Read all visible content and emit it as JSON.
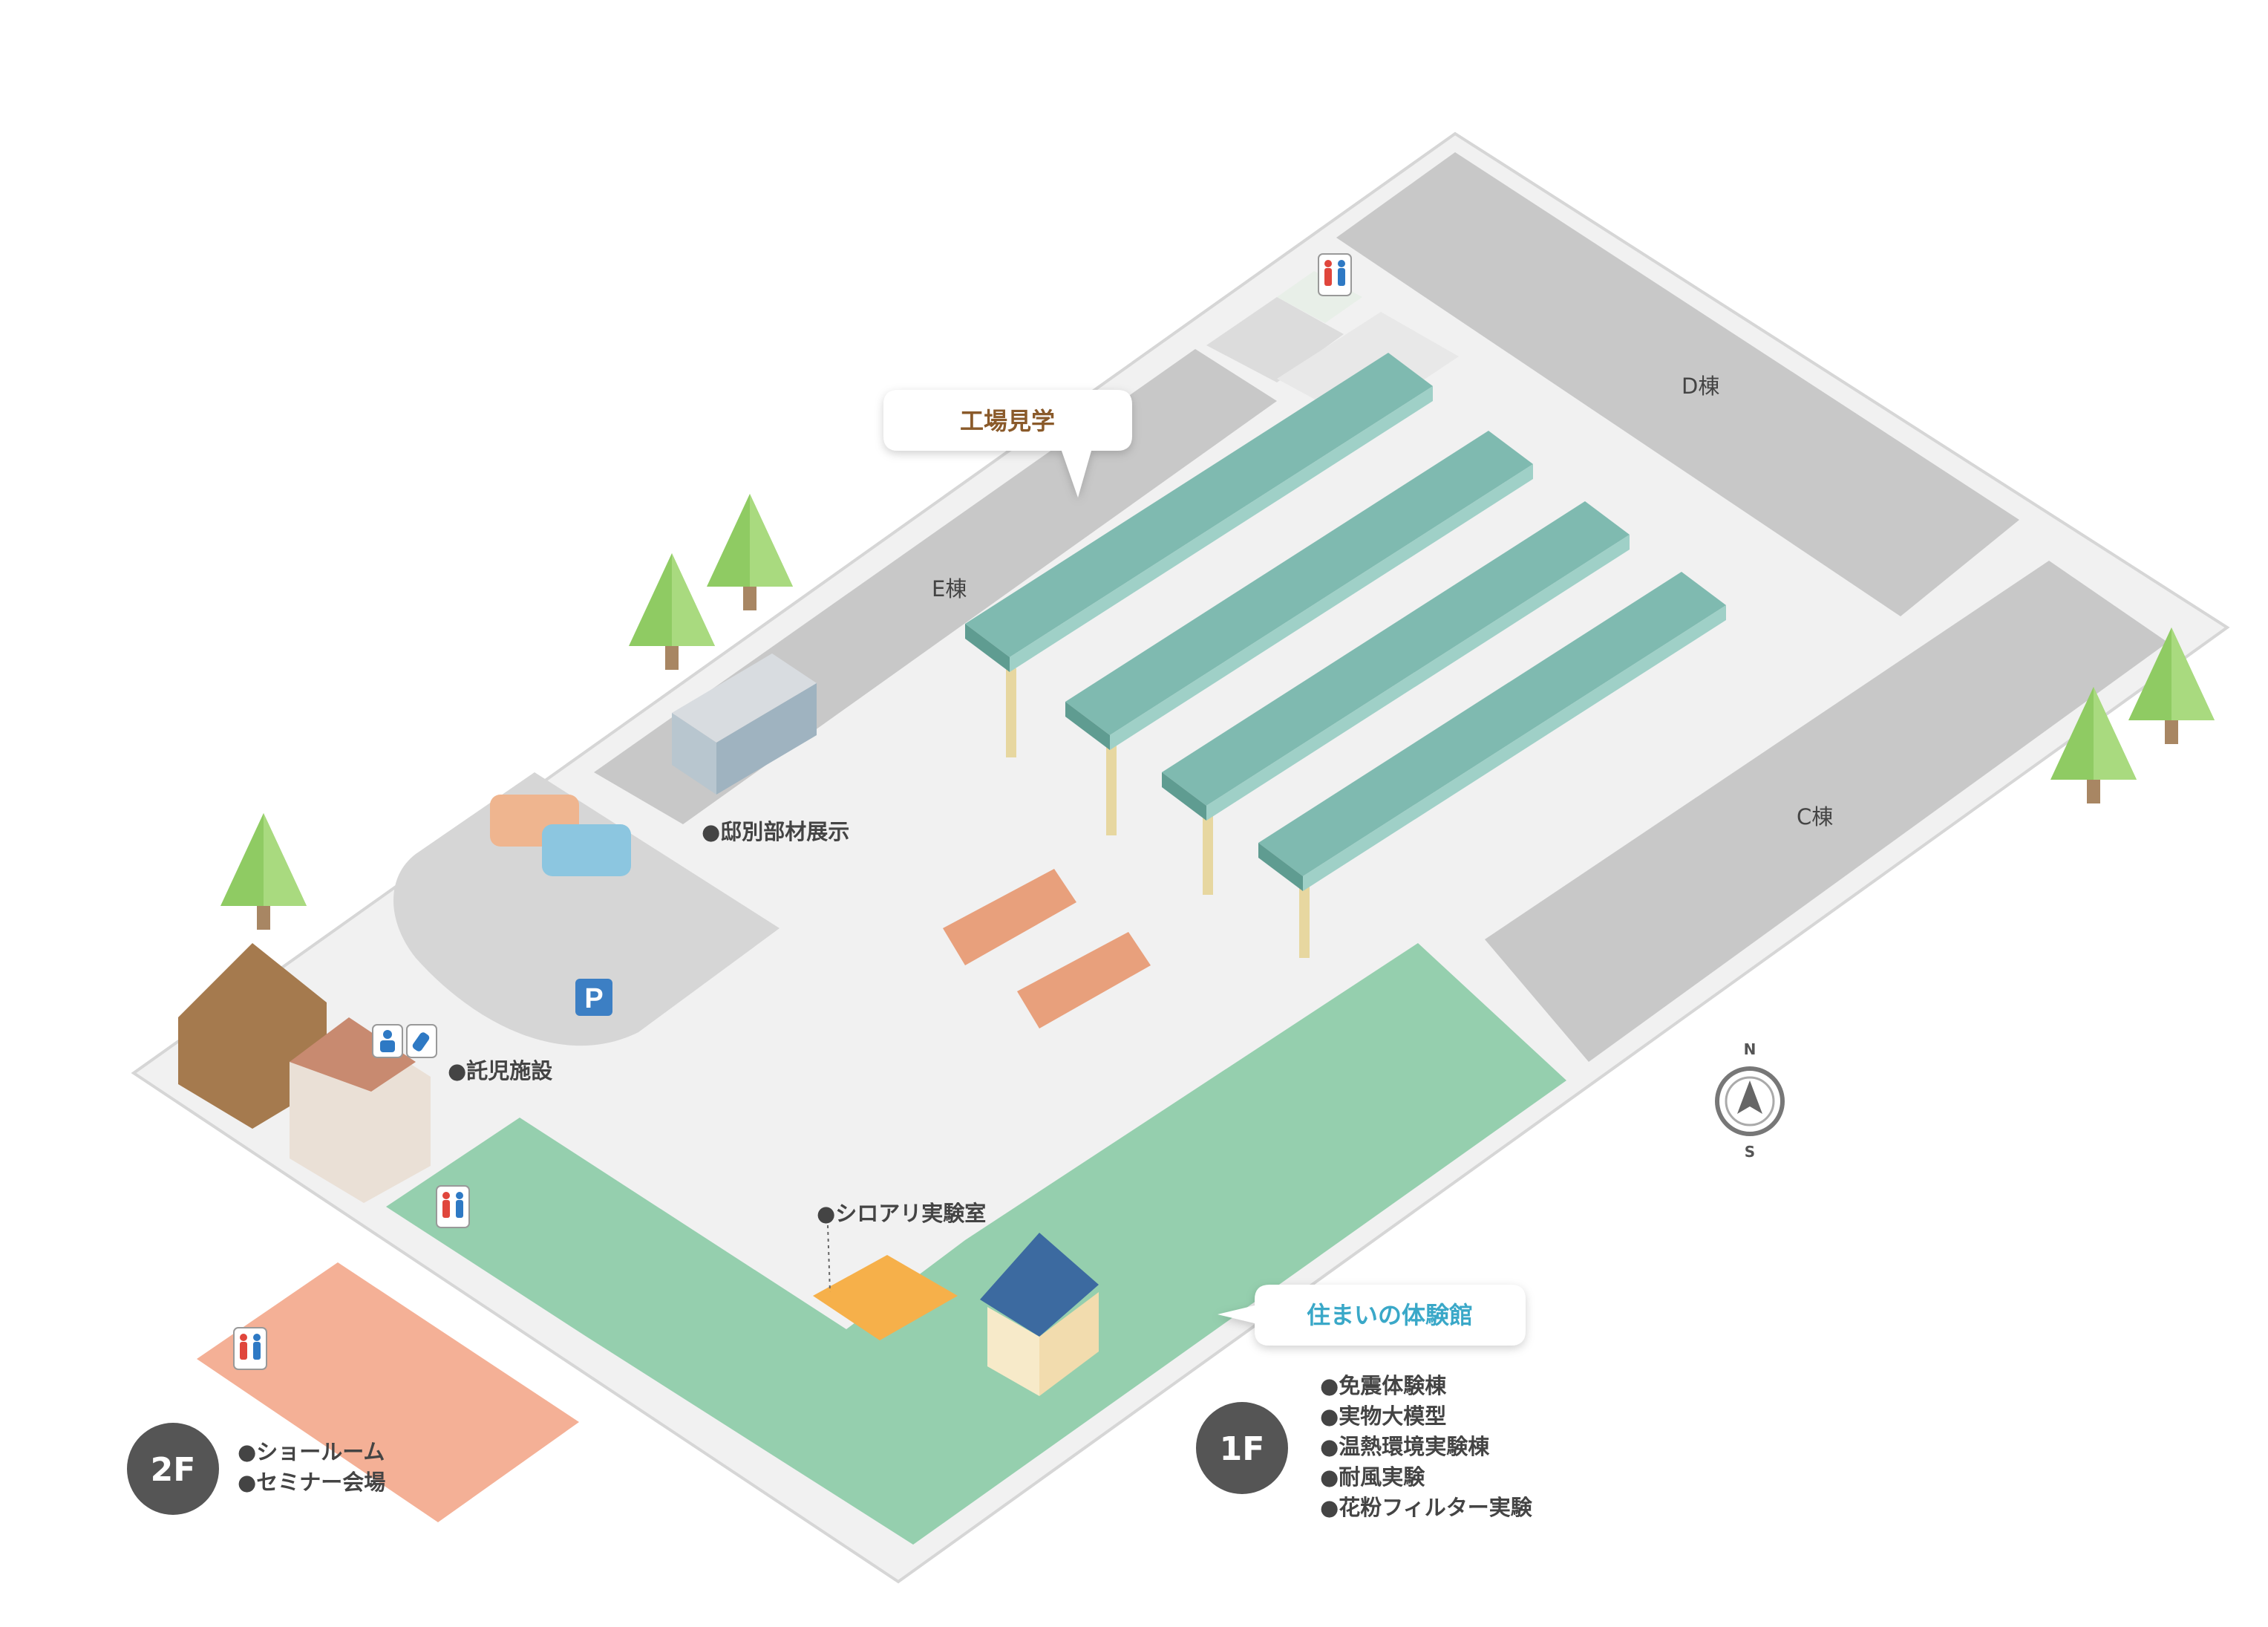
{
  "buildings": {
    "c": "C棟",
    "d": "D棟",
    "e": "E棟"
  },
  "callouts": {
    "factory_tour": "工場見学",
    "experience_hall": "住まいの体験館"
  },
  "spots": {
    "residence_parts": "●邸別部材展示",
    "childcare": "●託児施設",
    "termite_lab": "●シロアリ実験室"
  },
  "parking": {
    "symbol": "P"
  },
  "floor_1f": {
    "badge": "1F",
    "items": [
      "●免震体験棟",
      "●実物大模型",
      "●温熱環境実験棟",
      "●耐風実験",
      "●花粉フィルター実験"
    ]
  },
  "floor_2f": {
    "badge": "2F",
    "items": [
      "●ショールーム",
      "●セミナー会場"
    ]
  },
  "compass": {
    "north": "N",
    "south": "S"
  },
  "colors": {
    "ground": "#f1f1f1",
    "building": "#c8c8c8",
    "roof": "#7fbab0",
    "floor1f": "#95cfae",
    "floor2f": "#f4b096",
    "badge": "#555555",
    "callout_text_factory": "#8a5a2a",
    "callout_text_hall": "#3aa8c8",
    "parking_sign": "#3c7fc4",
    "termite_lab": "#f6b04a"
  },
  "icons": [
    "restroom-icon",
    "baby-care-icon",
    "parking-icon",
    "compass-icon",
    "tree-icon",
    "bus-icon",
    "car-icon"
  ]
}
